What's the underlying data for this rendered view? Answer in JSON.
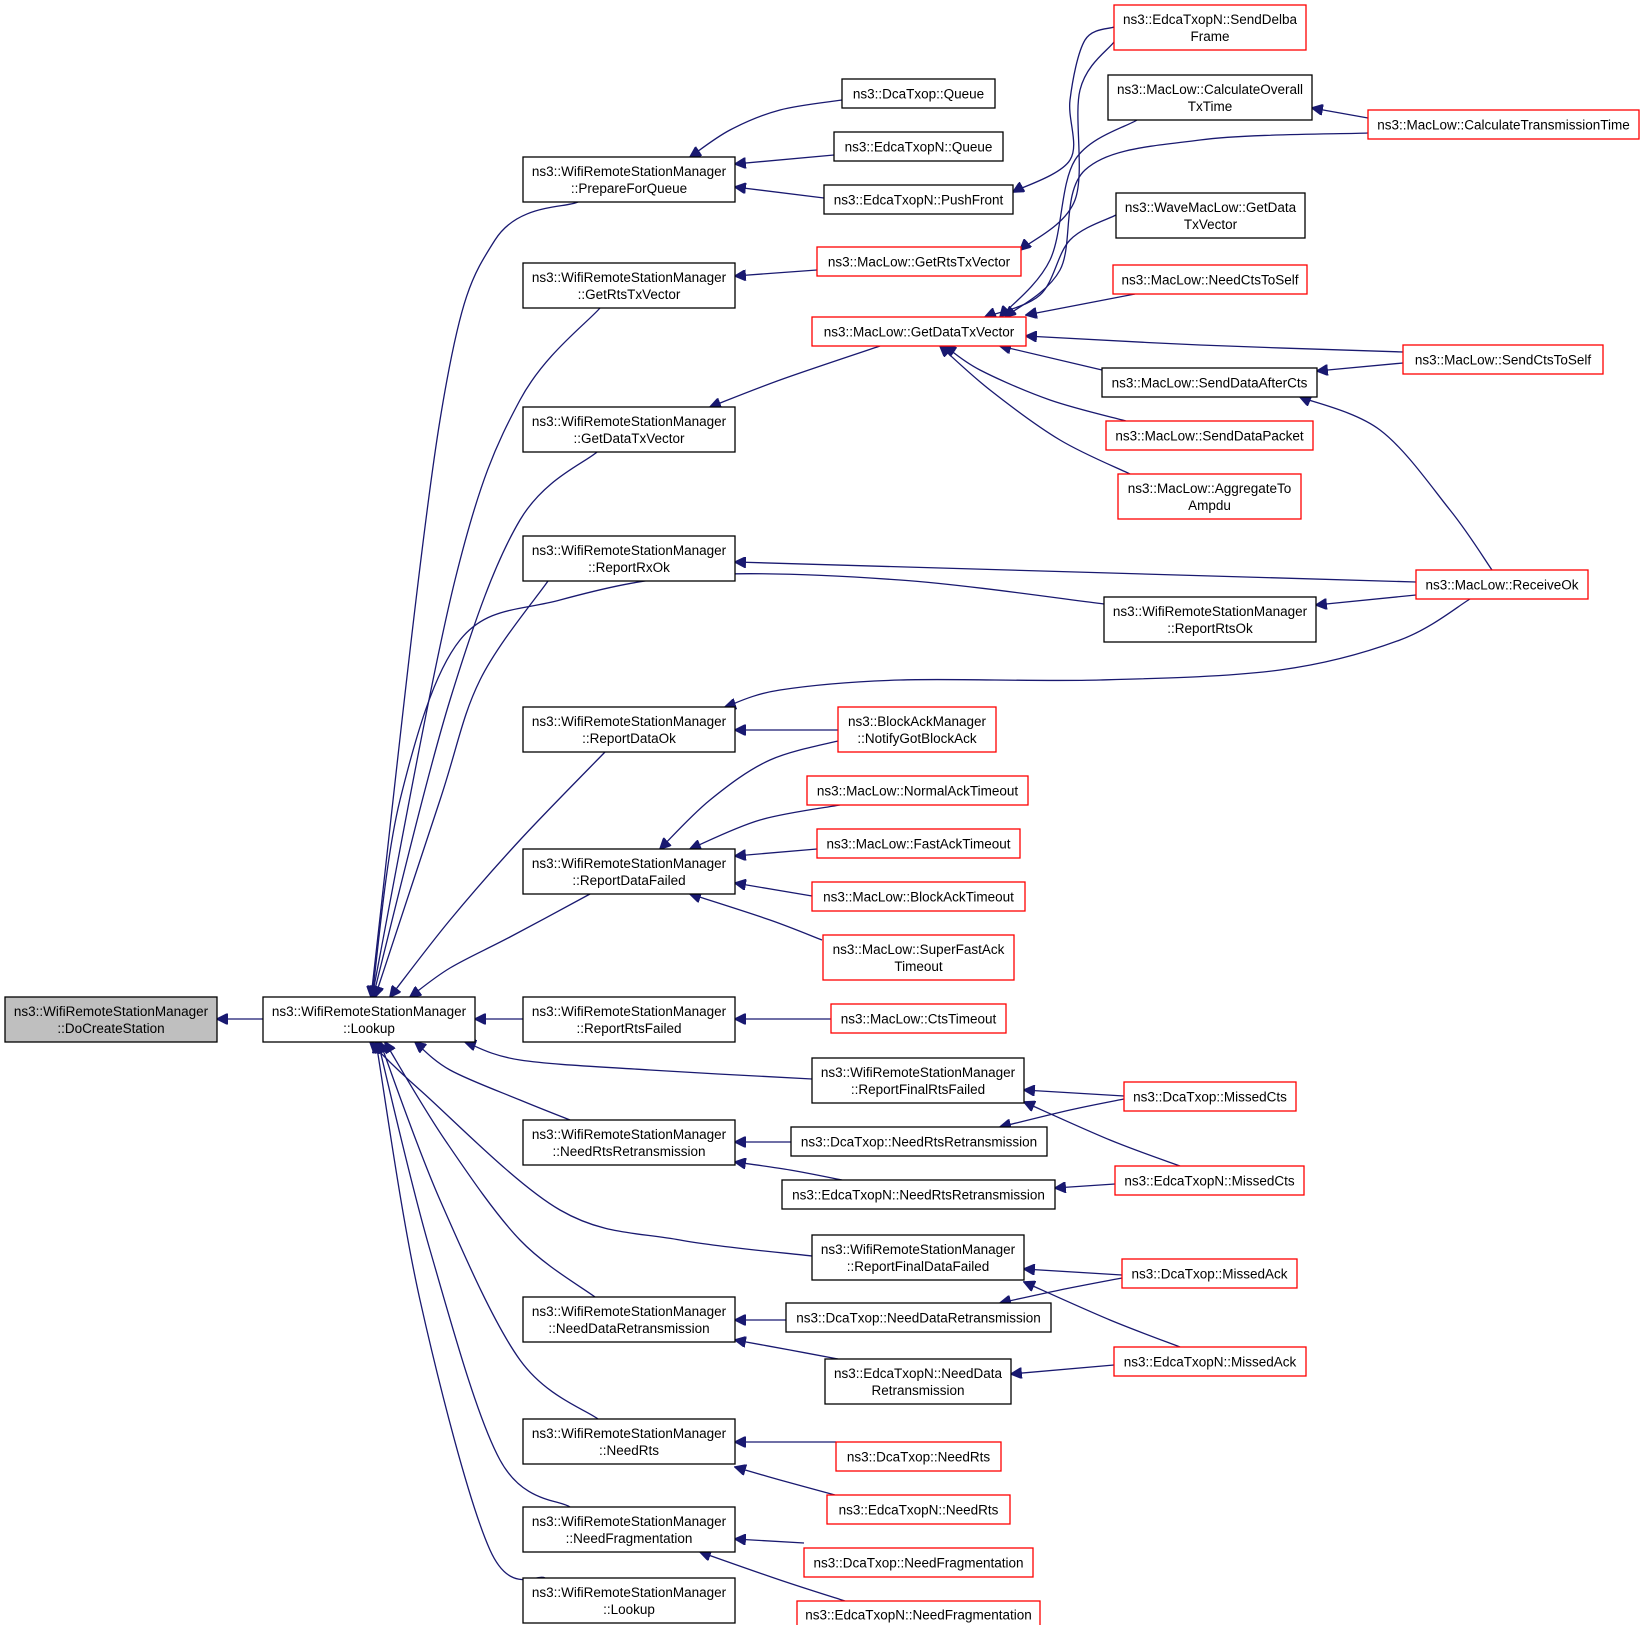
{
  "colors": {
    "edge": "#191970",
    "normal_border": "#000000",
    "truncated_border": "#ff0000",
    "root_fill": "#bfbfbf",
    "node_fill": "#ffffff"
  },
  "nodes": [
    {
      "id": "root",
      "lines": [
        "ns3::WifiRemoteStationManager",
        "::DoCreateStation"
      ],
      "style": "root"
    },
    {
      "id": "lookup1",
      "lines": [
        "ns3::WifiRemoteStationManager",
        "::Lookup"
      ],
      "style": "normal"
    },
    {
      "id": "pfq",
      "lines": [
        "ns3::WifiRemoteStationManager",
        "::PrepareForQueue"
      ],
      "style": "normal"
    },
    {
      "id": "grts",
      "lines": [
        "ns3::WifiRemoteStationManager",
        "::GetRtsTxVector"
      ],
      "style": "normal"
    },
    {
      "id": "gdata",
      "lines": [
        "ns3::WifiRemoteStationManager",
        "::GetDataTxVector"
      ],
      "style": "normal"
    },
    {
      "id": "rrxok",
      "lines": [
        "ns3::WifiRemoteStationManager",
        "::ReportRxOk"
      ],
      "style": "normal"
    },
    {
      "id": "rdataok",
      "lines": [
        "ns3::WifiRemoteStationManager",
        "::ReportDataOk"
      ],
      "style": "normal"
    },
    {
      "id": "rdatafailed",
      "lines": [
        "ns3::WifiRemoteStationManager",
        "::ReportDataFailed"
      ],
      "style": "normal"
    },
    {
      "id": "rrtsfailed",
      "lines": [
        "ns3::WifiRemoteStationManager",
        "::ReportRtsFailed"
      ],
      "style": "normal"
    },
    {
      "id": "needrtsretx",
      "lines": [
        "ns3::WifiRemoteStationManager",
        "::NeedRtsRetransmission"
      ],
      "style": "normal"
    },
    {
      "id": "needdataretx",
      "lines": [
        "ns3::WifiRemoteStationManager",
        "::NeedDataRetransmission"
      ],
      "style": "normal"
    },
    {
      "id": "needrts",
      "lines": [
        "ns3::WifiRemoteStationManager",
        "::NeedRts"
      ],
      "style": "normal"
    },
    {
      "id": "needfrag",
      "lines": [
        "ns3::WifiRemoteStationManager",
        "::NeedFragmentation"
      ],
      "style": "normal"
    },
    {
      "id": "lookup2",
      "lines": [
        "ns3::WifiRemoteStationManager",
        "::Lookup"
      ],
      "style": "normal"
    },
    {
      "id": "dcaqueue",
      "lines": [
        "ns3::DcaTxop::Queue"
      ],
      "style": "normal"
    },
    {
      "id": "edcaqueue",
      "lines": [
        "ns3::EdcaTxopN::Queue"
      ],
      "style": "normal"
    },
    {
      "id": "edcapushfront",
      "lines": [
        "ns3::EdcaTxopN::PushFront"
      ],
      "style": "normal"
    },
    {
      "id": "macgetrts",
      "lines": [
        "ns3::MacLow::GetRtsTxVector"
      ],
      "style": "truncated"
    },
    {
      "id": "macgetdata",
      "lines": [
        "ns3::MacLow::GetDataTxVector"
      ],
      "style": "truncated"
    },
    {
      "id": "rrtsok",
      "lines": [
        "ns3::WifiRemoteStationManager",
        "::ReportRtsOk"
      ],
      "style": "normal"
    },
    {
      "id": "banotify",
      "lines": [
        "ns3::BlockAckManager",
        "::NotifyGotBlockAck"
      ],
      "style": "truncated"
    },
    {
      "id": "normalack",
      "lines": [
        "ns3::MacLow::NormalAckTimeout"
      ],
      "style": "truncated"
    },
    {
      "id": "fastack",
      "lines": [
        "ns3::MacLow::FastAckTimeout"
      ],
      "style": "truncated"
    },
    {
      "id": "blockack",
      "lines": [
        "ns3::MacLow::BlockAckTimeout"
      ],
      "style": "truncated"
    },
    {
      "id": "superfast",
      "lines": [
        "ns3::MacLow::SuperFastAck",
        "Timeout"
      ],
      "style": "truncated"
    },
    {
      "id": "ctstimeout",
      "lines": [
        "ns3::MacLow::CtsTimeout"
      ],
      "style": "truncated"
    },
    {
      "id": "rfinalrts",
      "lines": [
        "ns3::WifiRemoteStationManager",
        "::ReportFinalRtsFailed"
      ],
      "style": "normal"
    },
    {
      "id": "dcaneedrtsretx",
      "lines": [
        "ns3::DcaTxop::NeedRtsRetransmission"
      ],
      "style": "normal"
    },
    {
      "id": "edcaneedrtsretx",
      "lines": [
        "ns3::EdcaTxopN::NeedRtsRetransmission"
      ],
      "style": "normal"
    },
    {
      "id": "rfinaldata",
      "lines": [
        "ns3::WifiRemoteStationManager",
        "::ReportFinalDataFailed"
      ],
      "style": "normal"
    },
    {
      "id": "dcaneeddataretx",
      "lines": [
        "ns3::DcaTxop::NeedDataRetransmission"
      ],
      "style": "normal"
    },
    {
      "id": "edcaneeddataretx",
      "lines": [
        "ns3::EdcaTxopN::NeedData",
        "Retransmission"
      ],
      "style": "normal"
    },
    {
      "id": "dcaneedrts",
      "lines": [
        "ns3::DcaTxop::NeedRts"
      ],
      "style": "truncated"
    },
    {
      "id": "edcaneedrts",
      "lines": [
        "ns3::EdcaTxopN::NeedRts"
      ],
      "style": "truncated"
    },
    {
      "id": "dcaneedfrag",
      "lines": [
        "ns3::DcaTxop::NeedFragmentation"
      ],
      "style": "truncated"
    },
    {
      "id": "edcaneedfrag",
      "lines": [
        "ns3::EdcaTxopN::NeedFragmentation"
      ],
      "style": "truncated"
    },
    {
      "id": "senddelba",
      "lines": [
        "ns3::EdcaTxopN::SendDelba",
        "Frame"
      ],
      "style": "truncated"
    },
    {
      "id": "calcoverall",
      "lines": [
        "ns3::MacLow::CalculateOverall",
        "TxTime"
      ],
      "style": "normal"
    },
    {
      "id": "wavegetdata",
      "lines": [
        "ns3::WaveMacLow::GetData",
        "TxVector"
      ],
      "style": "normal"
    },
    {
      "id": "needctstoself",
      "lines": [
        "ns3::MacLow::NeedCtsToSelf"
      ],
      "style": "truncated"
    },
    {
      "id": "senddataafterctss",
      "lines": [
        "ns3::MacLow::SendDataAfterCts"
      ],
      "style": "normal"
    },
    {
      "id": "senddatapacket",
      "lines": [
        "ns3::MacLow::SendDataPacket"
      ],
      "style": "truncated"
    },
    {
      "id": "aggregate",
      "lines": [
        "ns3::MacLow::AggregateTo",
        "Ampdu"
      ],
      "style": "truncated"
    },
    {
      "id": "dcamissedcts",
      "lines": [
        "ns3::DcaTxop::MissedCts"
      ],
      "style": "truncated"
    },
    {
      "id": "edcamissedcts",
      "lines": [
        "ns3::EdcaTxopN::MissedCts"
      ],
      "style": "truncated"
    },
    {
      "id": "dcamissedack",
      "lines": [
        "ns3::DcaTxop::MissedAck"
      ],
      "style": "truncated"
    },
    {
      "id": "edcamissedack",
      "lines": [
        "ns3::EdcaTxopN::MissedAck"
      ],
      "style": "truncated"
    },
    {
      "id": "calctxtime",
      "lines": [
        "ns3::MacLow::CalculateTransmissionTime"
      ],
      "style": "truncated"
    },
    {
      "id": "sendctstoself",
      "lines": [
        "ns3::MacLow::SendCtsToSelf"
      ],
      "style": "truncated"
    },
    {
      "id": "receiveok",
      "lines": [
        "ns3::MacLow::ReceiveOk"
      ],
      "style": "truncated"
    }
  ],
  "edges": [
    [
      "lookup1",
      "root"
    ],
    [
      "pfq",
      "lookup1"
    ],
    [
      "grts",
      "lookup1"
    ],
    [
      "gdata",
      "lookup1"
    ],
    [
      "rrxok",
      "lookup1"
    ],
    [
      "rdataok",
      "lookup1"
    ],
    [
      "rdatafailed",
      "lookup1"
    ],
    [
      "rrtsfailed",
      "lookup1"
    ],
    [
      "needrtsretx",
      "lookup1"
    ],
    [
      "needdataretx",
      "lookup1"
    ],
    [
      "needrts",
      "lookup1"
    ],
    [
      "needfrag",
      "lookup1"
    ],
    [
      "lookup2",
      "lookup1"
    ],
    [
      "rrtsok",
      "lookup1"
    ],
    [
      "rfinalrts",
      "lookup1"
    ],
    [
      "rfinaldata",
      "lookup1"
    ],
    [
      "dcaqueue",
      "pfq"
    ],
    [
      "edcaqueue",
      "pfq"
    ],
    [
      "edcapushfront",
      "pfq"
    ],
    [
      "senddelba",
      "edcapushfront"
    ],
    [
      "macgetrts",
      "grts"
    ],
    [
      "senddelba",
      "macgetrts"
    ],
    [
      "macgetdata",
      "gdata"
    ],
    [
      "calcoverall",
      "macgetdata"
    ],
    [
      "calctxtime",
      "macgetdata"
    ],
    [
      "wavegetdata",
      "macgetdata"
    ],
    [
      "needctstoself",
      "macgetdata"
    ],
    [
      "sendctstoself",
      "macgetdata"
    ],
    [
      "senddataafterctss",
      "macgetdata"
    ],
    [
      "senddatapacket",
      "macgetdata"
    ],
    [
      "aggregate",
      "macgetdata"
    ],
    [
      "calctxtime",
      "calcoverall"
    ],
    [
      "sendctstoself",
      "senddataafterctss"
    ],
    [
      "receiveok",
      "senddataafterctss"
    ],
    [
      "receiveok",
      "rrxok"
    ],
    [
      "receiveok",
      "rrtsok"
    ],
    [
      "receiveok",
      "rdataok"
    ],
    [
      "banotify",
      "rdataok"
    ],
    [
      "banotify",
      "rdatafailed"
    ],
    [
      "normalack",
      "rdatafailed"
    ],
    [
      "fastack",
      "rdatafailed"
    ],
    [
      "blockack",
      "rdatafailed"
    ],
    [
      "superfast",
      "rdatafailed"
    ],
    [
      "ctstimeout",
      "rrtsfailed"
    ],
    [
      "dcamissedcts",
      "rfinalrts"
    ],
    [
      "edcamissedcts",
      "rfinalrts"
    ],
    [
      "dcaneedrtsretx",
      "needrtsretx"
    ],
    [
      "edcaneedrtsretx",
      "needrtsretx"
    ],
    [
      "dcamissedcts",
      "dcaneedrtsretx"
    ],
    [
      "edcamissedcts",
      "edcaneedrtsretx"
    ],
    [
      "dcamissedack",
      "rfinaldata"
    ],
    [
      "edcamissedack",
      "rfinaldata"
    ],
    [
      "dcaneeddataretx",
      "needdataretx"
    ],
    [
      "edcaneeddataretx",
      "needdataretx"
    ],
    [
      "dcamissedack",
      "dcaneeddataretx"
    ],
    [
      "edcamissedack",
      "edcaneeddataretx"
    ],
    [
      "dcaneedrts",
      "needrts"
    ],
    [
      "edcaneedrts",
      "needrts"
    ],
    [
      "dcaneedfrag",
      "needfrag"
    ],
    [
      "edcaneedfrag",
      "needfrag"
    ]
  ]
}
